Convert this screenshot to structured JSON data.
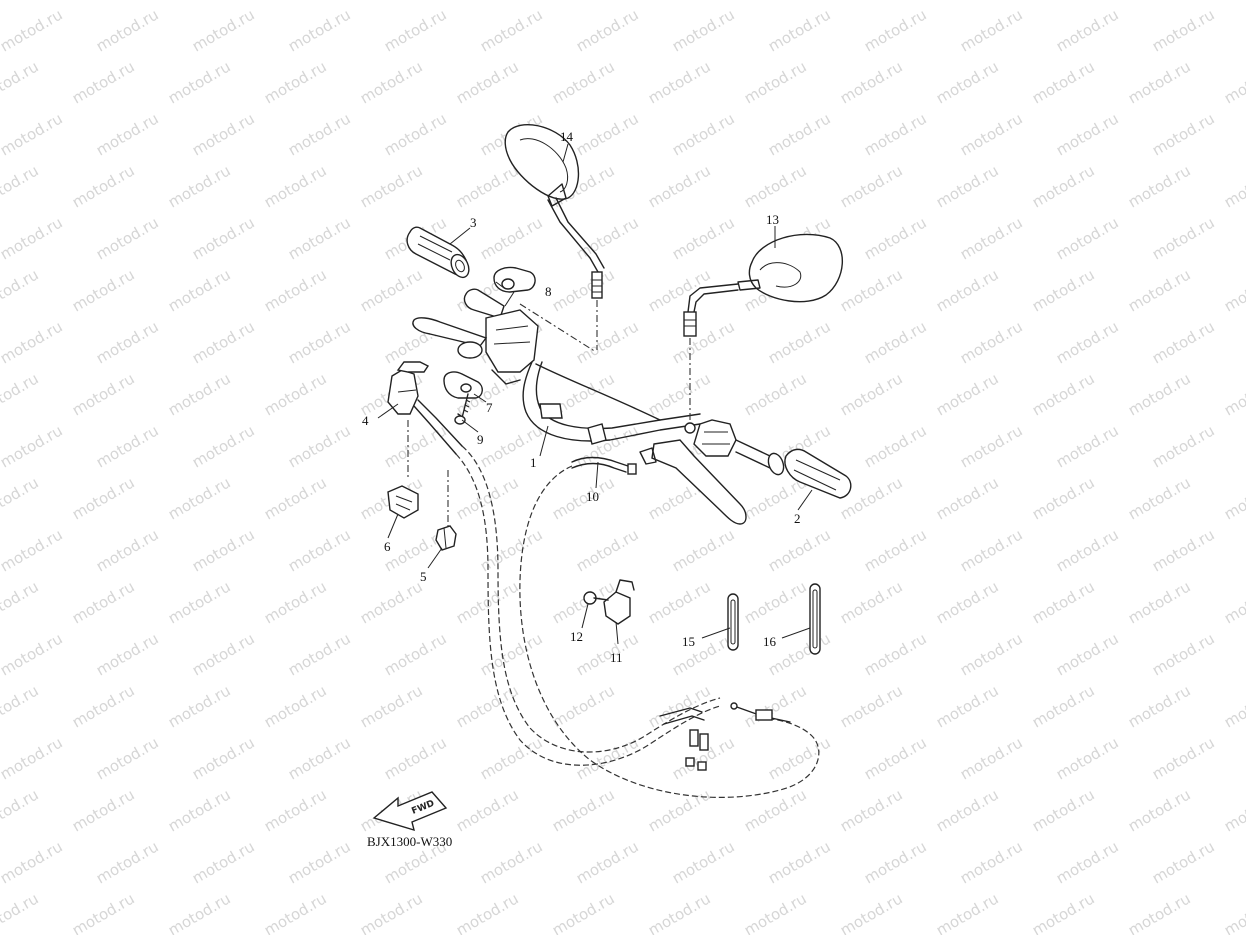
{
  "watermark": {
    "text": "motod.ru",
    "color": "#d6d6d6"
  },
  "diagram": {
    "code": "BJX1300-W330",
    "fwd_label": "FWD"
  },
  "callouts": [
    {
      "id": "1",
      "label": "1"
    },
    {
      "id": "2",
      "label": "2"
    },
    {
      "id": "3",
      "label": "3"
    },
    {
      "id": "4",
      "label": "4"
    },
    {
      "id": "5",
      "label": "5"
    },
    {
      "id": "6",
      "label": "6"
    },
    {
      "id": "7",
      "label": "7"
    },
    {
      "id": "8",
      "label": "8"
    },
    {
      "id": "9",
      "label": "9"
    },
    {
      "id": "10",
      "label": "10"
    },
    {
      "id": "11",
      "label": "11"
    },
    {
      "id": "12",
      "label": "12"
    },
    {
      "id": "13",
      "label": "13"
    },
    {
      "id": "14",
      "label": "14"
    },
    {
      "id": "15",
      "label": "15"
    },
    {
      "id": "16",
      "label": "16"
    }
  ]
}
